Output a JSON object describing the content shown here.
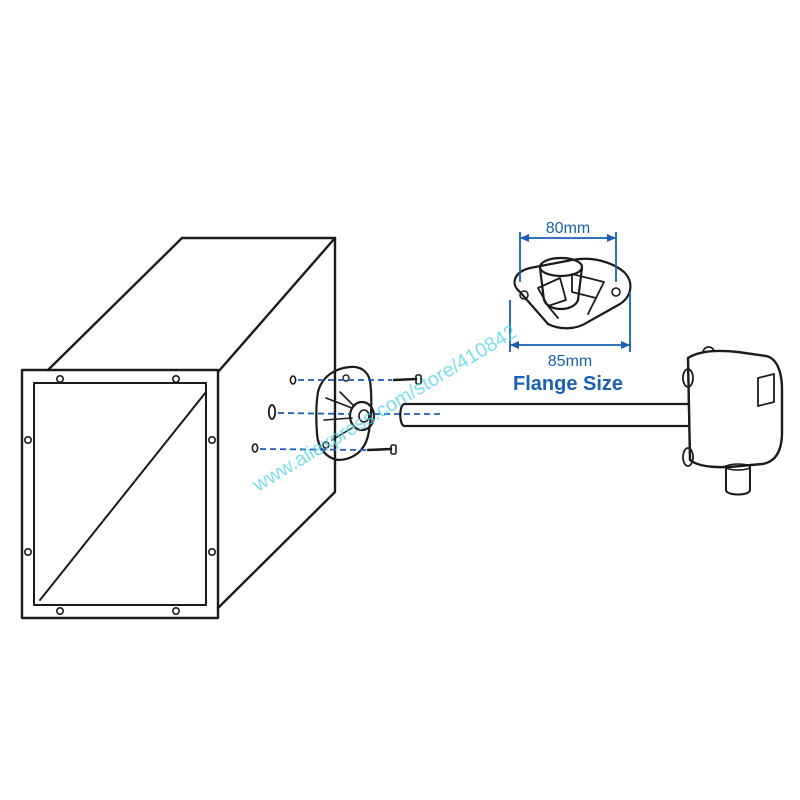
{
  "labels": {
    "width_top": "80mm",
    "width_bottom": "85mm",
    "flange_size": "Flange Size"
  },
  "watermark": "www.aliexpress.com/store/410842",
  "colors": {
    "annotation": "#1a5fb4",
    "ink": "#1b1b1b",
    "watermark": "#4fd3e8"
  }
}
